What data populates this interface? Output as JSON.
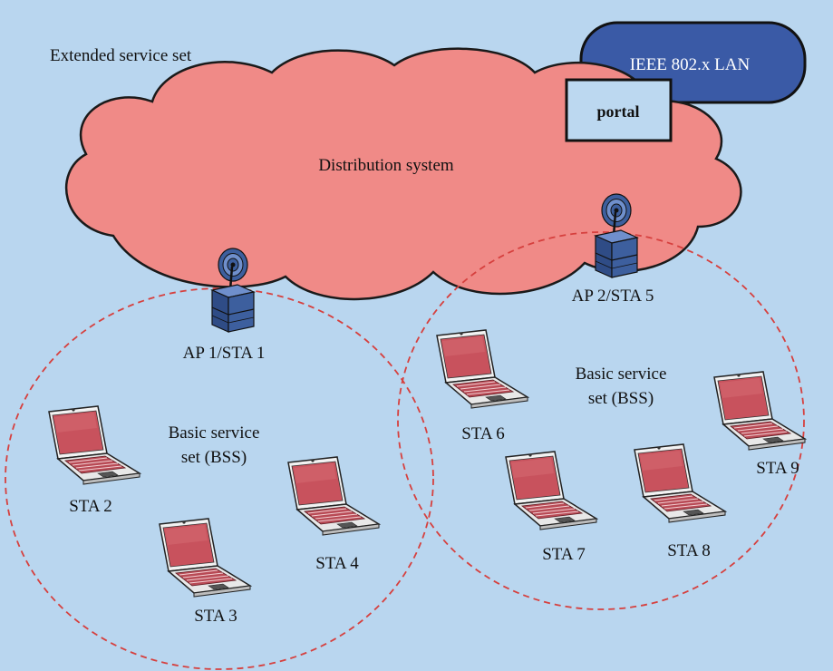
{
  "title": "Extended service set",
  "cloud": {
    "label": "Distribution system",
    "fill": "#f08a87",
    "stroke": "#1a1a1a"
  },
  "lan": {
    "label": "IEEE 802.x LAN",
    "fill": "#3a5aa6"
  },
  "portal": {
    "label": "portal"
  },
  "bss_left": {
    "label_line1": "Basic service",
    "label_line2": "set (BSS)",
    "stroke": "#d6403e"
  },
  "bss_right": {
    "label_line1": "Basic service",
    "label_line2": "set (BSS)",
    "stroke": "#d6403e"
  },
  "access_points": [
    {
      "label": "AP 1/STA 1",
      "icon": "access-point-icon"
    },
    {
      "label": "AP 2/STA 5",
      "icon": "access-point-icon"
    }
  ],
  "stations": [
    {
      "label": "STA 2",
      "icon": "laptop-icon"
    },
    {
      "label": "STA 3",
      "icon": "laptop-icon"
    },
    {
      "label": "STA 4",
      "icon": "laptop-icon"
    },
    {
      "label": "STA 6",
      "icon": "laptop-icon"
    },
    {
      "label": "STA 7",
      "icon": "laptop-icon"
    },
    {
      "label": "STA 8",
      "icon": "laptop-icon"
    },
    {
      "label": "STA 9",
      "icon": "laptop-icon"
    }
  ],
  "colors": {
    "background": "#b9d6ef",
    "laptop_screen": "#c8525d",
    "laptop_body": "#e8e8e8",
    "ap_body": "#3d5f9e"
  }
}
